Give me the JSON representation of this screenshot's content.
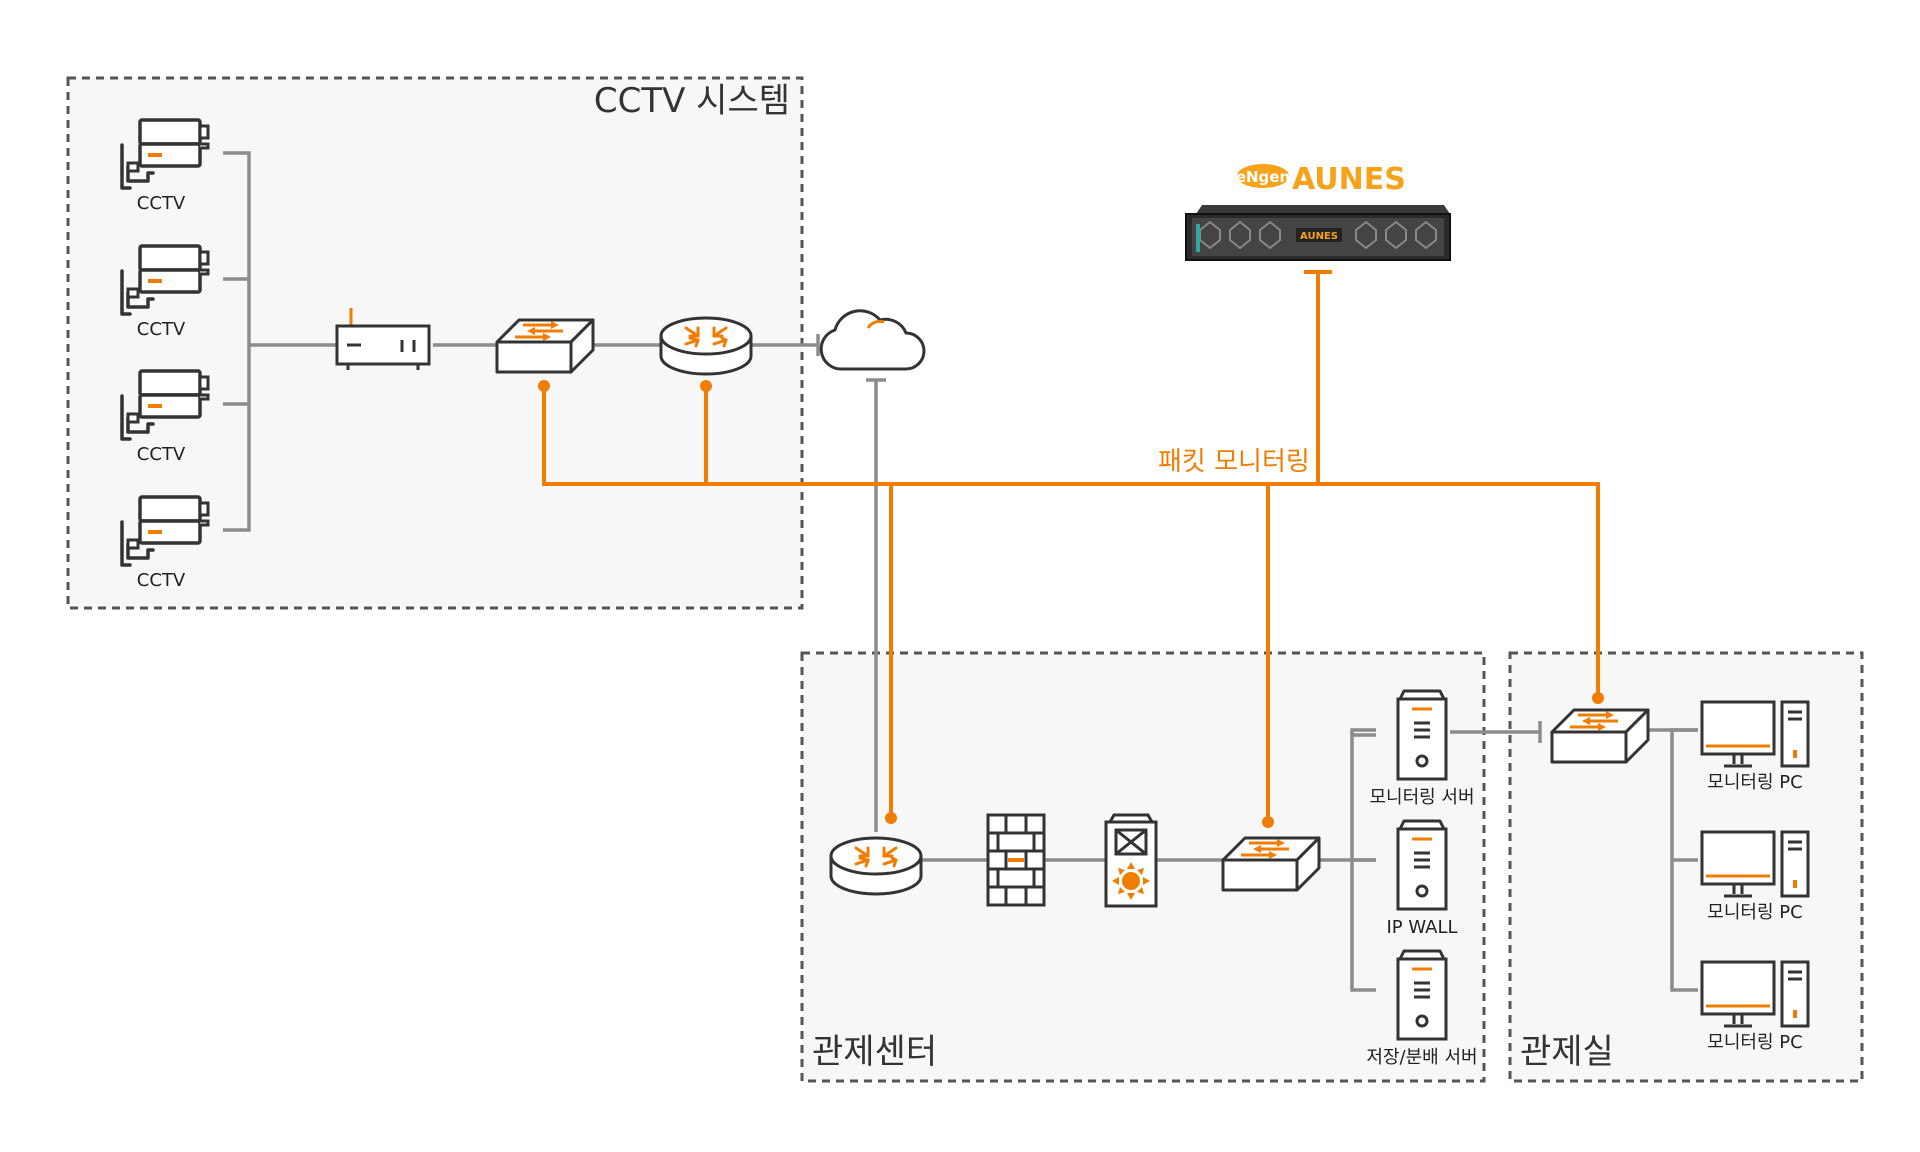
{
  "zones": {
    "cctv_system": "CCTV 시스템",
    "control_center": "관제센터",
    "control_room": "관제실"
  },
  "labels": {
    "cctv": [
      "CCTV",
      "CCTV",
      "CCTV",
      "CCTV"
    ],
    "packet_monitoring": "패킷 모니터링",
    "monitoring_server": "모니터링 서버",
    "ip_wall": "IP WALL",
    "storage_server": "저장/분배 서버",
    "monitoring_pc": [
      "모니터링 PC",
      "모니터링 PC",
      "모니터링 PC"
    ]
  },
  "logo": {
    "prefix": "eNgen",
    "name": "AUNES",
    "plate": "AUNES"
  },
  "colors": {
    "accent": "#f07d00",
    "gray_line": "#8c8c8c",
    "zone_fill": "#f6f7f6",
    "zone_border": "#555555",
    "device_stroke": "#333333"
  },
  "icons": [
    "cctv-camera-icon",
    "modem-icon",
    "switch-icon",
    "router-icon",
    "cloud-icon",
    "firewall-icon",
    "ips-icon",
    "server-icon",
    "monitor-pc-icon",
    "aunes-appliance-icon"
  ]
}
